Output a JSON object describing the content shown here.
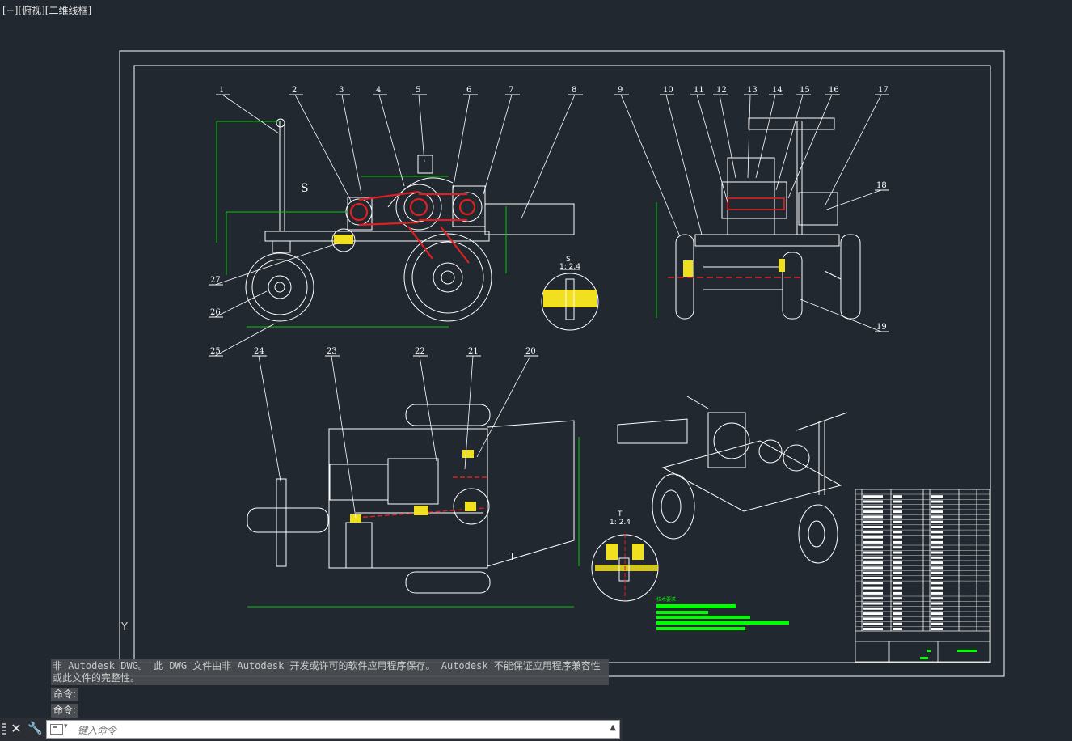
{
  "viewport": {
    "label": "[−][俯视][二维线框]"
  },
  "drawing": {
    "balloons_top": [
      "1",
      "2",
      "3",
      "4",
      "5",
      "6",
      "7",
      "8",
      "9",
      "10",
      "11",
      "12",
      "13",
      "14",
      "15",
      "16",
      "17"
    ],
    "balloons_other": [
      "18",
      "19",
      "20",
      "21",
      "22",
      "23",
      "24",
      "25",
      "26",
      "27"
    ],
    "section_s": {
      "mark": "S",
      "title": "S",
      "scale": "1: 2.4"
    },
    "section_t": {
      "mark": "T",
      "title": "T",
      "scale": "1: 2.4"
    },
    "tech_requirements_title": "技术要求",
    "colors": {
      "lines": "#ffffff",
      "dims": "#00cc00",
      "red": "#e02020",
      "yellow": "#f0e020",
      "green_text": "#00ff00"
    }
  },
  "ucs": {
    "axis_label": "Y"
  },
  "command": {
    "history": "非 Autodesk DWG。 此 DWG 文件由非 Autodesk 开发或许可的软件应用程序保存。 Autodesk 不能保证应用程序兼容性或此文件的完整性。",
    "prompt1": "命令:",
    "prompt2": "命令:",
    "input_placeholder": "键入命令"
  }
}
